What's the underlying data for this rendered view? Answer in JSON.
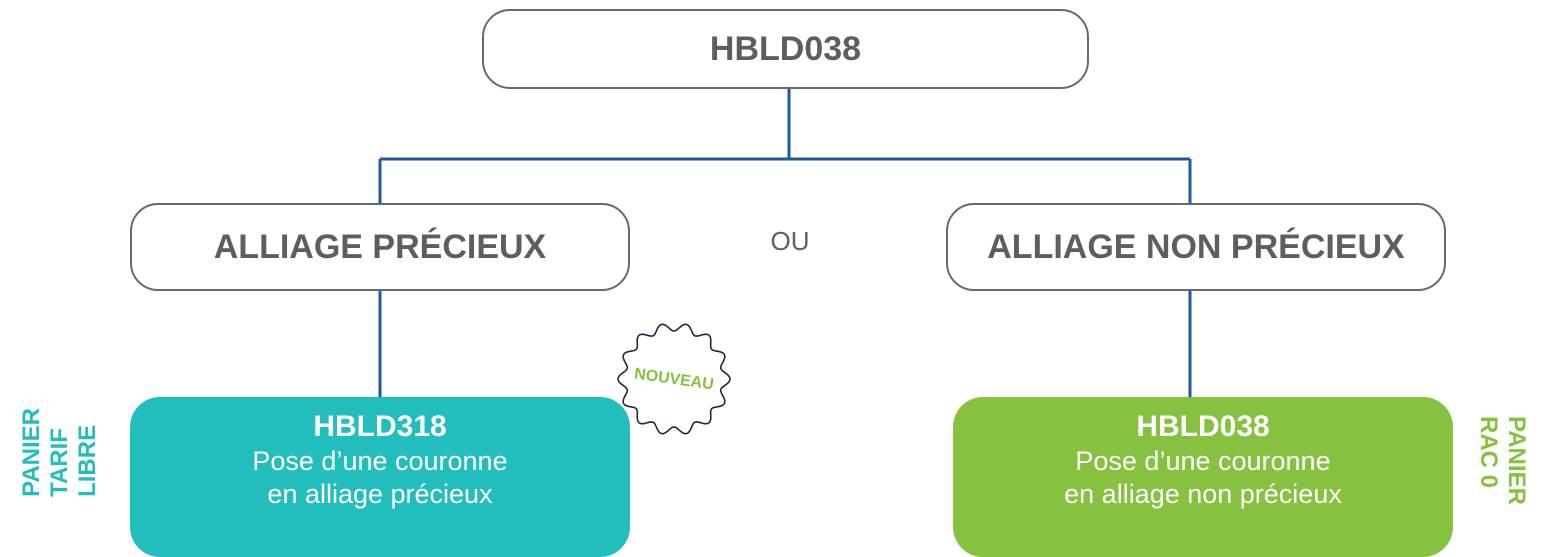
{
  "root": {
    "label": "HBLD038"
  },
  "branches": {
    "left": {
      "label": "ALLIAGE PRÉCIEUX"
    },
    "separator": "OU",
    "right": {
      "label": "ALLIAGE NON PRÉCIEUX"
    }
  },
  "badge": {
    "text": "NOUVEAU",
    "color": "#86c13f"
  },
  "leaves": {
    "left": {
      "code": "HBLD318",
      "line1": "Pose d’une couronne",
      "line2": "en alliage précieux",
      "color": "#22bdbd",
      "side_lines": [
        "PANIER",
        "TARIF",
        "LIBRE"
      ]
    },
    "right": {
      "code": "HBLD038",
      "line1": "Pose d’une couronne",
      "line2": "en alliage non précieux",
      "color": "#86c13f",
      "side_lines": [
        "PANIER",
        "RAC 0"
      ]
    }
  },
  "colors": {
    "connector": "#1f5a9c",
    "outline": "#666a6d",
    "text": "#5b5f62"
  }
}
